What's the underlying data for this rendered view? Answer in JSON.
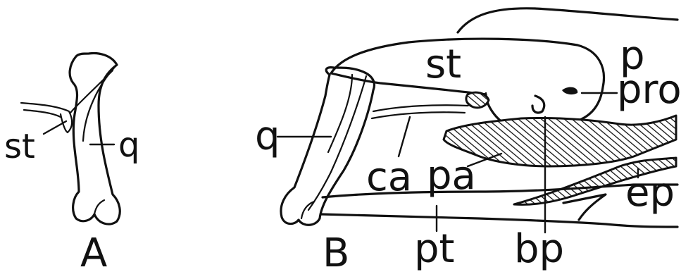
{
  "figure": {
    "panel_a": {
      "panel_label": "A",
      "labels": {
        "st": "st",
        "q": "q"
      }
    },
    "panel_b": {
      "panel_label": "B",
      "labels": {
        "st": "st",
        "p": "p",
        "pro": "pro",
        "q": "q",
        "ca": "ca",
        "pa": "pa",
        "ep": "ep",
        "pt": "pt",
        "bp": "bp"
      }
    }
  }
}
